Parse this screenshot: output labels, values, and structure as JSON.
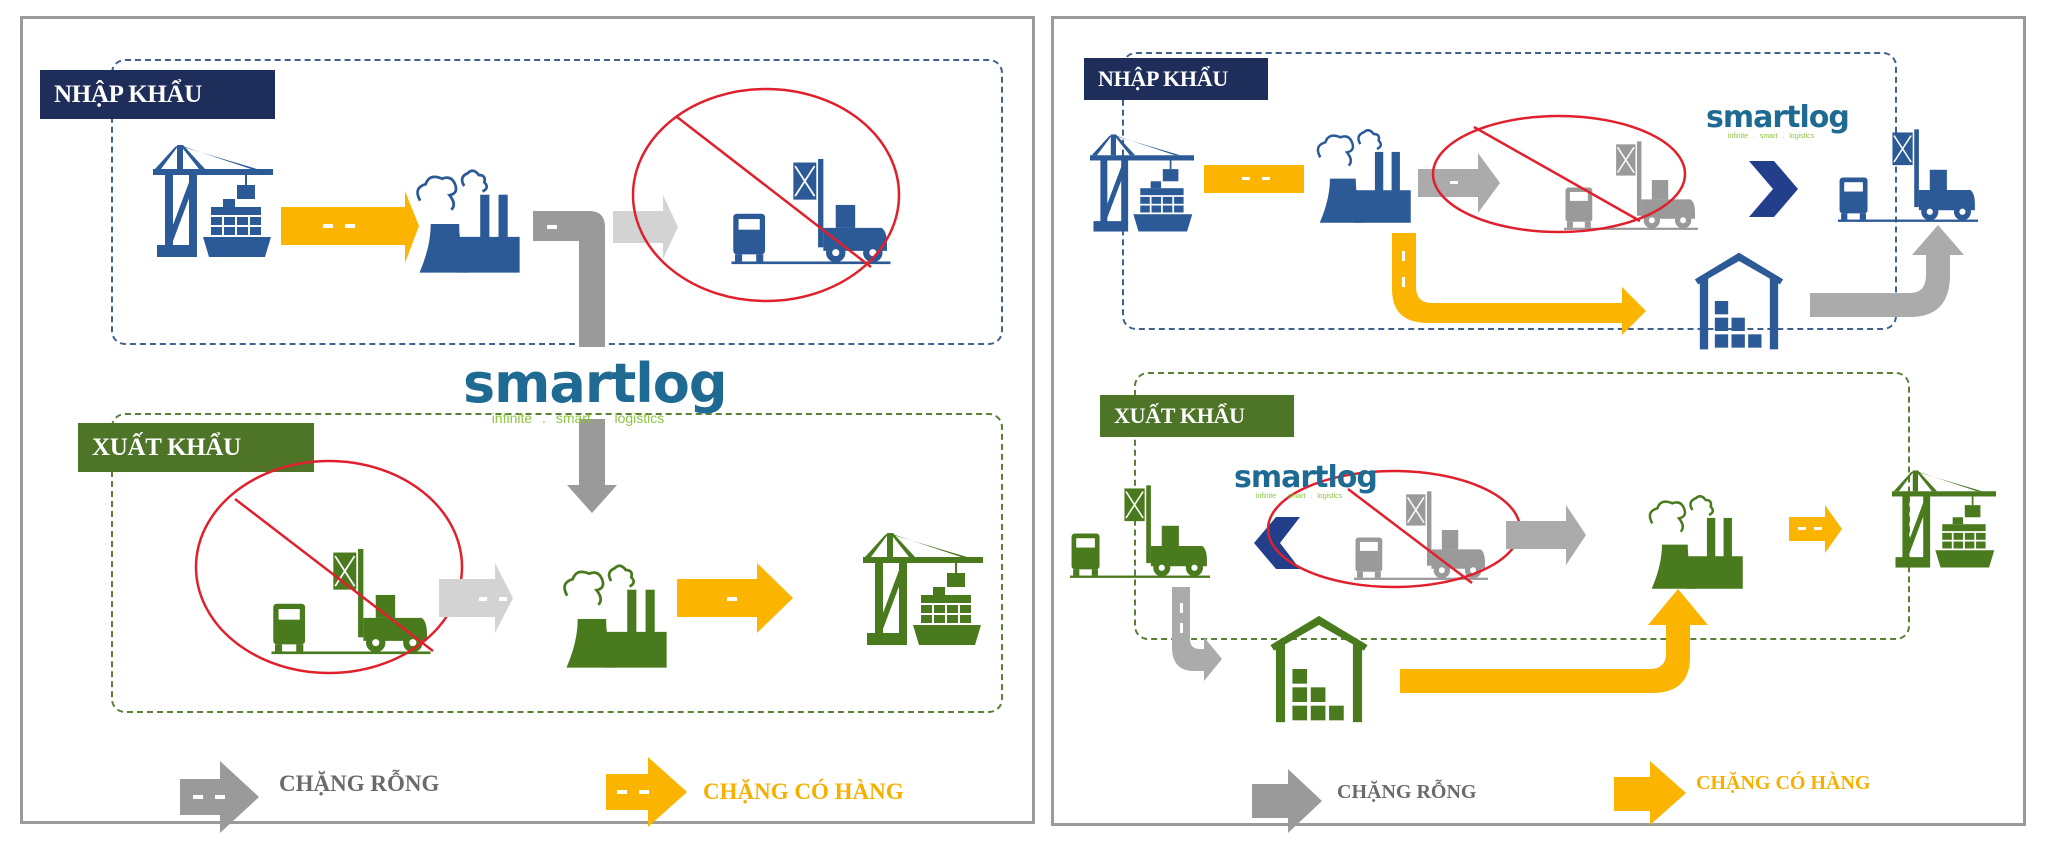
{
  "colors": {
    "import_blue": "#2b5a97",
    "export_green": "#4a7a1e",
    "loaded_leg": "#fbb400",
    "empty_leg": "#a8a8a8",
    "prohibited": "#e0202c",
    "chevron": "#233f8c",
    "import_tag_bg": "#1f2d5a",
    "export_tag_bg": "#4e7428"
  },
  "brand": {
    "name": "smartlog",
    "tagline": "infinite . smart . logistics"
  },
  "panels": [
    {
      "id": "direct-model",
      "import_section": {
        "label": "NHẬP KHẨU",
        "flow": [
          "port-ship",
          "loaded-leg",
          "factory",
          "empty-leg",
          "prohibited-depot-yard"
        ]
      },
      "export_section": {
        "label": "XUẤT KHẨU",
        "flow": [
          "prohibited-depot-yard",
          "empty-leg",
          "factory",
          "loaded-leg",
          "port-ship"
        ]
      },
      "connector": "empty container reused from import factory to export factory via smartlog"
    },
    {
      "id": "warehouse-model",
      "import_section": {
        "label": "NHẬP KHẨU",
        "flow": [
          "port-ship",
          "loaded-leg",
          "factory",
          "empty-leg",
          "prohibited-depot-yard",
          "chevron-right",
          "depot-yard",
          "loaded-leg-to-warehouse",
          "warehouse",
          "empty-leg-to-depot"
        ]
      },
      "export_section": {
        "label": "XUẤT KHẨU",
        "flow": [
          "depot-yard",
          "chevron-left",
          "prohibited-depot-yard",
          "empty-leg",
          "factory",
          "loaded-leg",
          "port-ship",
          "empty-leg-to-warehouse",
          "warehouse",
          "loaded-leg-to-factory"
        ]
      }
    }
  ],
  "legend": {
    "empty": "CHẶNG RỖNG",
    "loaded": "CHẶNG CÓ HÀNG"
  }
}
